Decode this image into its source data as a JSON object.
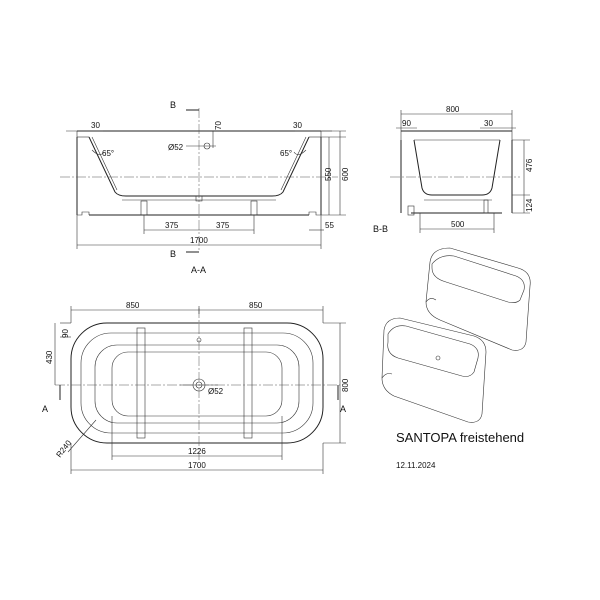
{
  "title": "SANTOPA freistehend",
  "date": "12.11.2024",
  "section_aa": {
    "marker_b_top": "B",
    "marker_b_bottom": "B",
    "label": "A-A",
    "dim_30_left": "30",
    "dim_30_right": "30",
    "angle_left": "65°",
    "angle_right": "65°",
    "drain_dia": "Ø52",
    "dim_70": "70",
    "dim_550": "550",
    "dim_600": "600",
    "dim_375_left": "375",
    "dim_375_right": "375",
    "dim_55": "55",
    "dim_1700": "1700"
  },
  "section_bb": {
    "label": "B-B",
    "dim_800": "800",
    "dim_90": "90",
    "dim_30": "30",
    "dim_476": "476",
    "dim_124": "124",
    "dim_500": "500"
  },
  "plan": {
    "dim_850_left": "850",
    "dim_850_right": "850",
    "dim_90": "90",
    "dim_430": "430",
    "dim_800": "800",
    "marker_a_left": "A",
    "marker_a_right": "A",
    "drain_dia": "Ø52",
    "radius": "R240",
    "dim_1226": "1226",
    "dim_1700": "1700"
  }
}
